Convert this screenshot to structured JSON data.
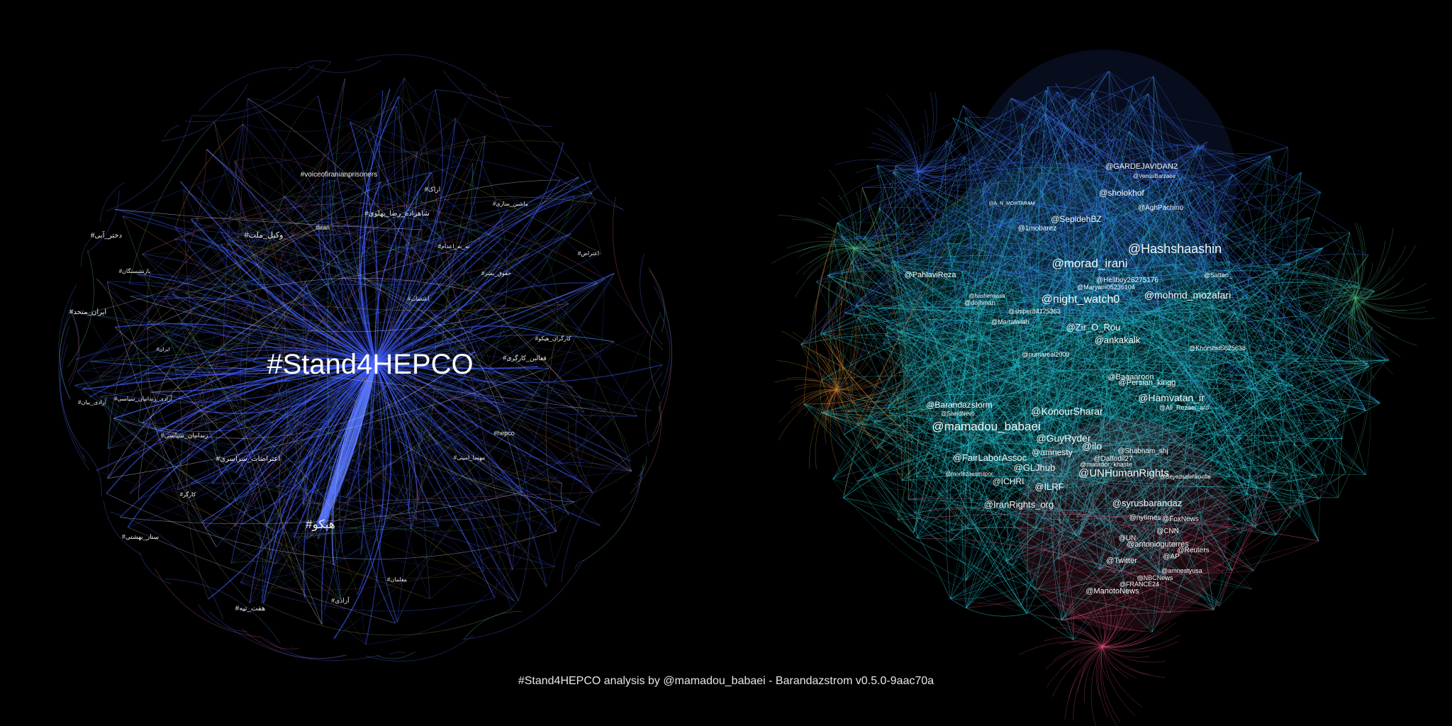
{
  "caption": "#Stand4HEPCO analysis by @mamadou_babaei - Barandazstrom v0.5.0-9aac70a",
  "hashtag_graph": {
    "hub_label": "#Stand4HEPCO",
    "edge_color": "#3d5cff",
    "labels": [
      "#voiceofiranianprisoners",
      "#هپکو",
      "#iran",
      "#hepco",
      "#شاهزاده_رضا_پهلوی",
      "#وکیل_ملت",
      "#دختر_آبی",
      "#ایران_متحد",
      "#فعالین_کارگری",
      "#آزادی_زندانیان_سیاسی",
      "#نه_به_اعدام",
      "#زندانیان_سیاسی",
      "#آزادی_بیان",
      "#کارگران_هپکو",
      "#اعتصاب",
      "#ایران",
      "#اراک",
      "#اعتراضات_سراسری",
      "#مهسا_امینی",
      "#ستار_بهشتی",
      "#هفت_تپه",
      "#کارگر",
      "#حقوق_بشر",
      "#آزادی",
      "#اعتراض",
      "#ماشین_سازی",
      "#معلمان",
      "#بازنشستگان"
    ]
  },
  "account_graph": {
    "labels": [
      "@GARDEJAVIDAN2",
      "@VenusBarzaee",
      "@sholokhof",
      "@AghPachino",
      "@SepidehBZ",
      "@1mobarez",
      "@A_N_MOHTARAM",
      "@Hashshaashin",
      "@morad_irani",
      "@PahlaviReza",
      "@Hellboy26275176",
      "@Satten_",
      "@Maryam05236104",
      "@mohmd_mozafari",
      "@night_watch0",
      "@hashemiasa",
      "@dojhman",
      "@sniper84125363",
      "@Martafallah",
      "@Zir_O_Rou",
      "@ankakalk",
      "@Khorshid5625638",
      "@pumareal2000",
      "@Baaaaroon",
      "@Persian_kingg",
      "@Hamvatan_ir",
      "@Ali_Rezaei_ard",
      "@Barandazstorm",
      "@SaeidNevo",
      "@KonourSharar",
      "@mamadou_babaei",
      "@GuyRyder",
      "@ilo",
      "@Shabnam_shj",
      "@amnesty",
      "@Daffodil27",
      "@FairLaborAssoc",
      "@GLJhub",
      "@UNHumanRights",
      "@matador_khaste",
      "@ICHRI",
      "@ILRF",
      "@mortezaesmilpor",
      "@Seyedsalehkoofte",
      "@IranRights_org",
      "@syrusbarandaz",
      "@nytimes",
      "@FoxNews",
      "@CNN",
      "@UN",
      "@antonioguterres",
      "@Reuters",
      "@AP",
      "@Twitter",
      "@amnestyusa",
      "@NBCNews",
      "@FRANCE24",
      "@ManotoNews"
    ]
  },
  "colors": {
    "background": "#000000",
    "hashtag_edges": "#3d5cff",
    "account_edges_blue": "#3a6cf0",
    "account_edges_cyan": "#25c6d2",
    "account_edges_pink": "#e0507a",
    "account_edges_green": "#4fb07a",
    "account_edges_orange": "#d8842c",
    "label": "#ffffff"
  }
}
